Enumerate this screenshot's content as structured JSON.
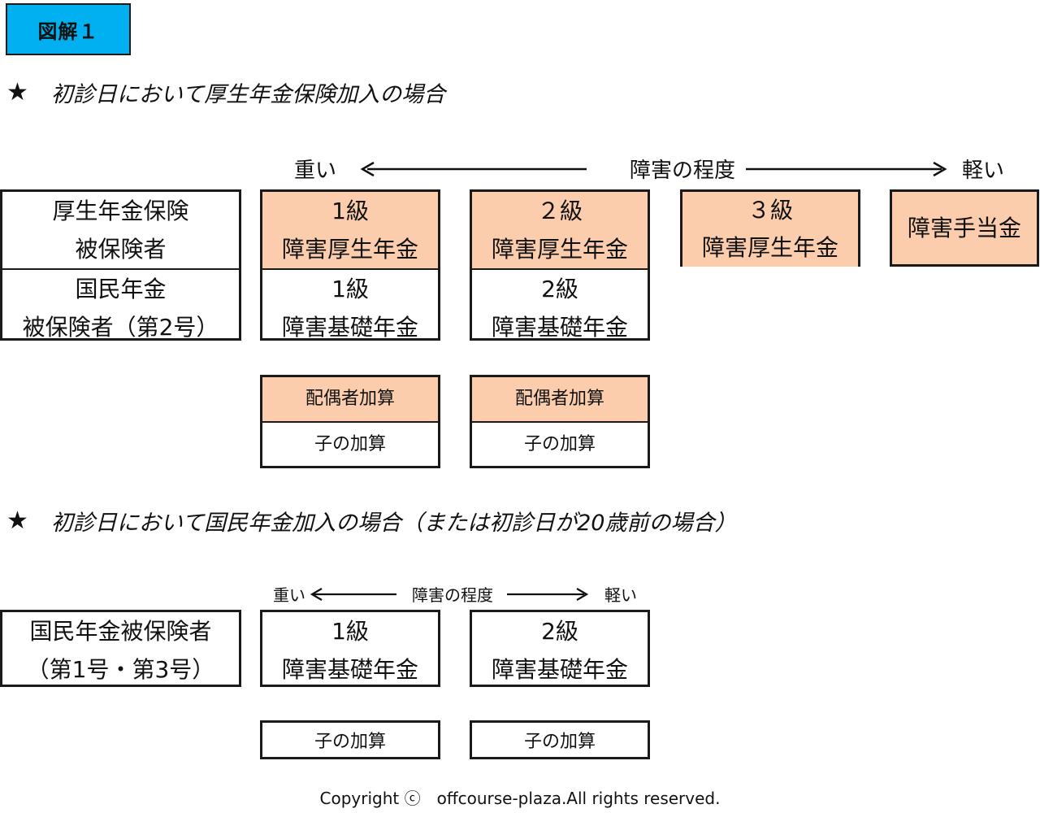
{
  "badge": "図解１",
  "section1": {
    "heading": "初診日において厚生年金保険加入の場合",
    "star": "★",
    "scale": {
      "heavy": "重い",
      "center": "障害の程度",
      "light": "軽い"
    },
    "insured_top": [
      "厚生年金保険",
      "被保険者"
    ],
    "insured_bottom": [
      "国民年金",
      "被保険者（第2号）"
    ],
    "grade1_top": [
      "1級",
      "障害厚生年金"
    ],
    "grade1_bottom": [
      "1級",
      "障害基礎年金"
    ],
    "grade2_top": [
      "２級",
      "障害厚生年金"
    ],
    "grade2_bottom": [
      "2級",
      "障害基礎年金"
    ],
    "grade3": [
      "３級",
      "障害厚生年金"
    ],
    "allowance": "障害手当金",
    "add1_top": "配偶者加算",
    "add1_bottom": "子の加算",
    "add2_top": "配偶者加算",
    "add2_bottom": "子の加算"
  },
  "section2": {
    "heading": "初診日において国民年金加入の場合（または初診日が20歳前の場合）",
    "star": "★",
    "scale": {
      "heavy": "重い",
      "center": "障害の程度",
      "light": "軽い"
    },
    "insured": [
      "国民年金被保険者",
      "（第1号・第3号）"
    ],
    "grade1": [
      "1級",
      "障害基礎年金"
    ],
    "grade2": [
      "2級",
      "障害基礎年金"
    ],
    "add1": "子の加算",
    "add2": "子の加算"
  },
  "copyright": "Copyright ⓒ　offcourse-plaza.All rights reserved.",
  "colors": {
    "badge": "#00b0f0",
    "peach": "#fbcdad",
    "border": "#1a1a1a"
  }
}
